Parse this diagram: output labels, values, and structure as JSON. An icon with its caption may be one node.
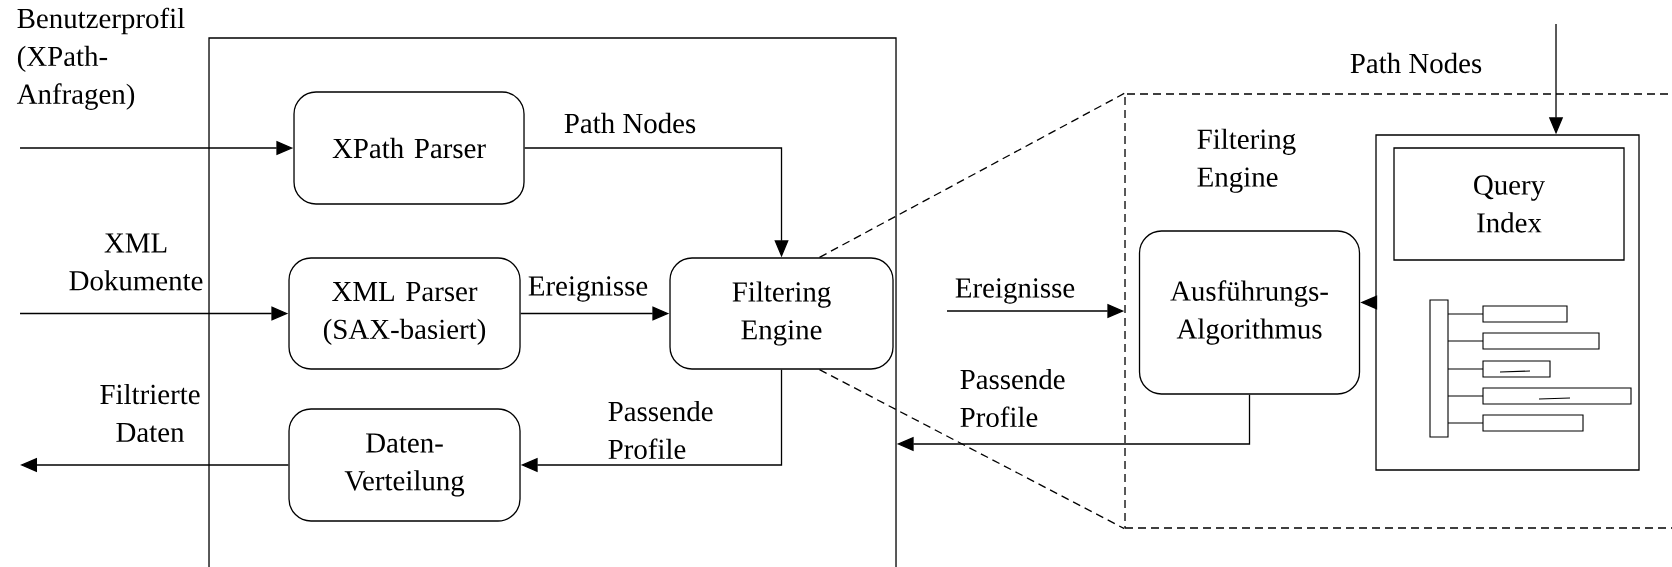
{
  "diagram": {
    "nodes": [
      {
        "text": [],
        "shape": "box"
      },
      {
        "text": [
          "XPath Parser"
        ],
        "in": 0
      },
      {
        "text": [
          "XML Parser (SAX-basiert)"
        ],
        "in": 0
      },
      {
        "text": [
          "Filtering Engine"
        ],
        "in": 0
      },
      {
        "text": [
          "Daten- Verteilung"
        ],
        "in": 0
      },
      {
        "text": [
          "Filtering Engine"
        ]
      },
      {
        "text": [
          "Ausführungs- Algorithmus"
        ],
        "in": 5
      },
      {
        "text": [],
        "shape": "box",
        "in": 5
      },
      {
        "text": [
          "Query Index"
        ],
        "in": 7
      }
    ],
    "edges": [
      {
        "from": null,
        "to": 1,
        "arrow": "to",
        "label": "Benutzerprofil (XPath- Anfragen)"
      },
      {
        "from": null,
        "to": 2,
        "arrow": "to",
        "label": "XML Dokumente"
      },
      {
        "from": 1,
        "to": 3,
        "arrow": "to",
        "label": "Path Nodes"
      },
      {
        "from": 2,
        "to": 3,
        "arrow": "to",
        "label": "Ereignisse"
      },
      {
        "from": 3,
        "to": 4,
        "arrow": "to",
        "label": "Passende Profile"
      },
      {
        "from": 4,
        "to": null,
        "arrow": "to",
        "label": "Filtrierte Daten"
      },
      {
        "from": 3,
        "to": 5,
        "arrow": "none",
        "style": "dashed"
      },
      {
        "from": 3,
        "to": 5,
        "arrow": "none",
        "style": "dashed"
      },
      {
        "from": null,
        "to": 5,
        "arrow": "to",
        "label": "Ereignisse"
      },
      {
        "from": 6,
        "to": 0,
        "arrow": "to",
        "label": "Passende Profile"
      },
      {
        "from": null,
        "to": 7,
        "arrow": "to",
        "label": "Path Nodes"
      },
      {
        "from": 7,
        "to": 6,
        "arrow": "to"
      }
    ]
  }
}
